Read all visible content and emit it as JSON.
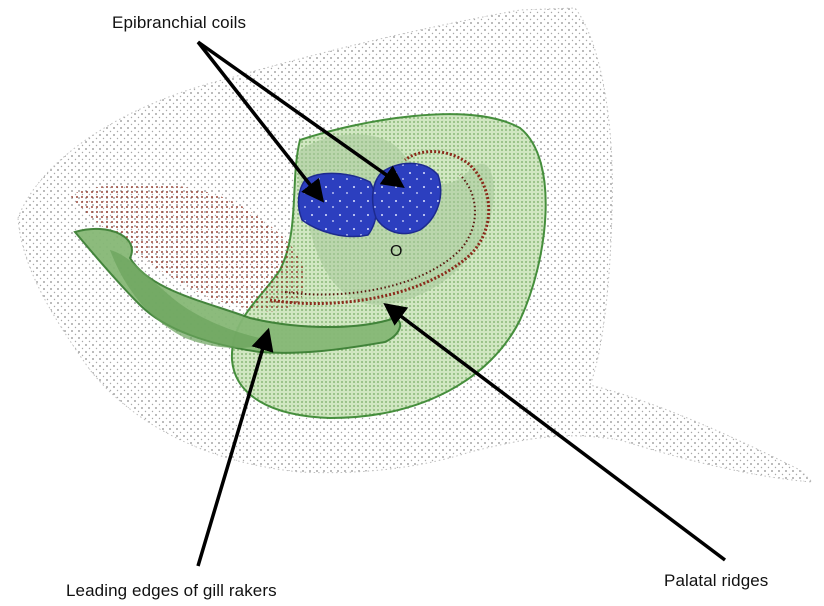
{
  "labels": {
    "epibranchial": "Epibranchial coils",
    "gill_rakers": "Leading edges of gill rakers",
    "palatal": "Palatal ridges",
    "marker": "O"
  },
  "colors": {
    "head_dots": "#8c8c8c",
    "palate_fill": "#c9e3b6",
    "palate_dots": "#5f9a4d",
    "palate_edge": "#2f7a27",
    "raker_fill": "#7fb06d",
    "raker_edge": "#3b7f33",
    "ridge_dots": "#8a2a1a",
    "coil_fill": "#2c3fbf",
    "coil_dots": "#dfe4ff",
    "arrow": "#000000"
  }
}
